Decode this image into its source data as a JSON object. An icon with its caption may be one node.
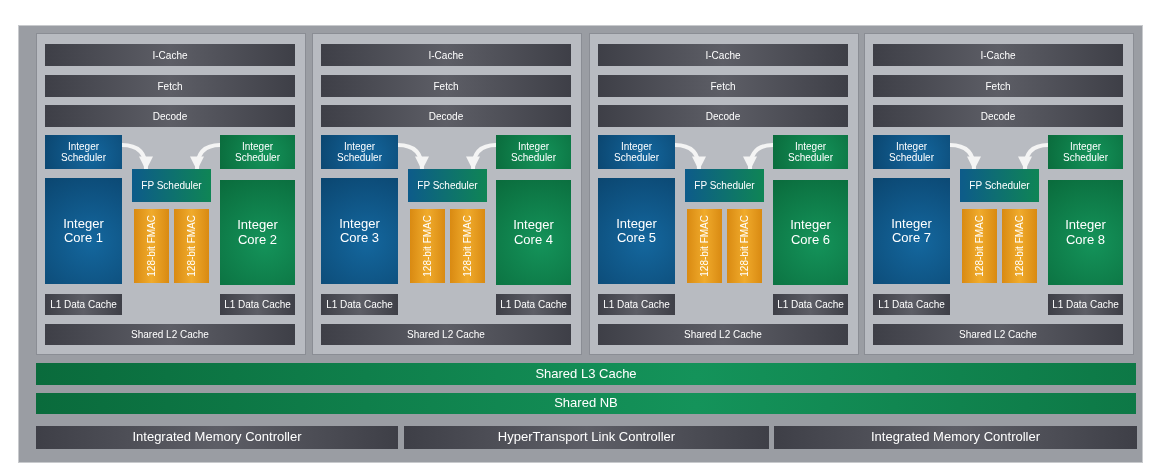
{
  "diagram": {
    "nodes": [
      {
        "text": [],
        "shape": "box"
      },
      {
        "text": [],
        "shape": "box",
        "in": 0
      },
      {
        "text": [
          "I-Cache"
        ],
        "in": 1
      },
      {
        "text": [
          "Fetch"
        ],
        "in": 1
      },
      {
        "text": [
          "Decode"
        ],
        "in": 1
      },
      {
        "text": [
          "Integer Scheduler"
        ],
        "in": 1
      },
      {
        "text": [
          "Integer Scheduler"
        ],
        "in": 1
      },
      {
        "text": [
          "FP Scheduler"
        ],
        "in": 1
      },
      {
        "text": [
          "Integer Core 1"
        ],
        "in": 1
      },
      {
        "text": [
          "128-bit FMAC"
        ],
        "in": 1
      },
      {
        "text": [
          "128-bit FMAC"
        ],
        "in": 1
      },
      {
        "text": [
          "Integer Core 2"
        ],
        "in": 1
      },
      {
        "text": [
          "L1 Data Cache"
        ],
        "in": 1
      },
      {
        "text": [
          "L1 Data Cache"
        ],
        "in": 1
      },
      {
        "text": [
          "Shared L2 Cache"
        ],
        "in": 1
      },
      {
        "text": [],
        "shape": "box",
        "in": 0
      },
      {
        "text": [
          "I-Cache"
        ],
        "in": 15
      },
      {
        "text": [
          "Fetch"
        ],
        "in": 15
      },
      {
        "text": [
          "Decode"
        ],
        "in": 15
      },
      {
        "text": [
          "Integer Scheduler"
        ],
        "in": 15
      },
      {
        "text": [
          "Integer Scheduler"
        ],
        "in": 15
      },
      {
        "text": [
          "FP Scheduler"
        ],
        "in": 15
      },
      {
        "text": [
          "Integer Core 3"
        ],
        "in": 15
      },
      {
        "text": [
          "128-bit FMAC"
        ],
        "in": 15
      },
      {
        "text": [
          "128-bit FMAC"
        ],
        "in": 15
      },
      {
        "text": [
          "Integer Core 4"
        ],
        "in": 15
      },
      {
        "text": [
          "L1 Data Cache"
        ],
        "in": 15
      },
      {
        "text": [
          "L1 Data Cache"
        ],
        "in": 15
      },
      {
        "text": [
          "Shared L2 Cache"
        ],
        "in": 15
      },
      {
        "text": [],
        "shape": "box",
        "in": 0
      },
      {
        "text": [
          "I-Cache"
        ],
        "in": 29
      },
      {
        "text": [
          "Fetch"
        ],
        "in": 29
      },
      {
        "text": [
          "Decode"
        ],
        "in": 29
      },
      {
        "text": [
          "Integer Scheduler"
        ],
        "in": 29
      },
      {
        "text": [
          "Integer Scheduler"
        ],
        "in": 29
      },
      {
        "text": [
          "FP Scheduler"
        ],
        "in": 29
      },
      {
        "text": [
          "Integer Core 5"
        ],
        "in": 29
      },
      {
        "text": [
          "128-bit FMAC"
        ],
        "in": 29
      },
      {
        "text": [
          "128-bit FMAC"
        ],
        "in": 29
      },
      {
        "text": [
          "Integer Core 6"
        ],
        "in": 29
      },
      {
        "text": [
          "L1 Data Cache"
        ],
        "in": 29
      },
      {
        "text": [
          "L1 Data Cache"
        ],
        "in": 29
      },
      {
        "text": [
          "Shared L2 Cache"
        ],
        "in": 29
      },
      {
        "text": [],
        "shape": "box",
        "in": 0
      },
      {
        "text": [
          "I-Cache"
        ],
        "in": 43
      },
      {
        "text": [
          "Fetch"
        ],
        "in": 43
      },
      {
        "text": [
          "Decode"
        ],
        "in": 43
      },
      {
        "text": [
          "Integer Scheduler"
        ],
        "in": 43
      },
      {
        "text": [
          "Integer Scheduler"
        ],
        "in": 43
      },
      {
        "text": [
          "FP Scheduler"
        ],
        "in": 43
      },
      {
        "text": [
          "Integer Core 7"
        ],
        "in": 43
      },
      {
        "text": [
          "128-bit FMAC"
        ],
        "in": 43
      },
      {
        "text": [
          "128-bit FMAC"
        ],
        "in": 43
      },
      {
        "text": [
          "Integer Core 8"
        ],
        "in": 43
      },
      {
        "text": [
          "L1 Data Cache"
        ],
        "in": 43
      },
      {
        "text": [
          "L1 Data Cache"
        ],
        "in": 43
      },
      {
        "text": [
          "Shared L2 Cache"
        ],
        "in": 43
      },
      {
        "text": [
          "Shared L3 Cache"
        ],
        "in": 0
      },
      {
        "text": [
          "Shared NB"
        ],
        "in": 0
      },
      {
        "text": [
          "Integrated Memory Controller"
        ],
        "in": 0
      },
      {
        "text": [
          "HyperTransport Link Controller"
        ],
        "in": 0
      },
      {
        "text": [
          "Integrated Memory Controller"
        ],
        "in": 0
      }
    ],
    "edges": [
      {
        "from": 5,
        "to": 7,
        "arrow": "to"
      },
      {
        "from": 6,
        "to": 7,
        "arrow": "to"
      },
      {
        "from": 19,
        "to": 21,
        "arrow": "to"
      },
      {
        "from": 20,
        "to": 21,
        "arrow": "to"
      },
      {
        "from": 33,
        "to": 35,
        "arrow": "to"
      },
      {
        "from": 34,
        "to": 35,
        "arrow": "to"
      },
      {
        "from": 47,
        "to": 49,
        "arrow": "to"
      },
      {
        "from": 48,
        "to": 49,
        "arrow": "to"
      }
    ]
  }
}
